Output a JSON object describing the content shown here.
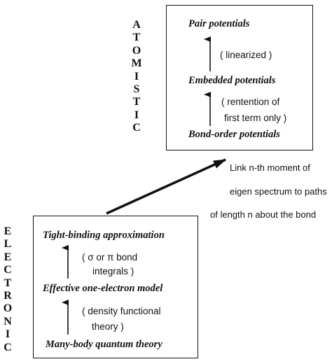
{
  "atomistic_label": [
    "A",
    "T",
    "O",
    "M",
    "I",
    "S",
    "T",
    "I",
    "C"
  ],
  "electronic_label": [
    "E",
    "L",
    "E",
    "C",
    "T",
    "R",
    "O",
    "N",
    "I",
    "C"
  ],
  "atomistic_box": {
    "pair": "Pair potentials",
    "note1": "( linearized )",
    "embedded": "Embedded potentials",
    "note2_line1": "( rentention of",
    "note2_line2": "first term only )",
    "bond_order": "Bond-order potentials"
  },
  "link_text": {
    "line1": "Link n-th moment of",
    "line2": "eigen spectrum to paths",
    "line3": "of length n about the bond"
  },
  "electronic_box": {
    "tight_binding": "Tight-binding approximation",
    "note1_line1": "( σ or  π  bond",
    "note1_line2": "integrals )",
    "effective": "Effective one-electron model",
    "note2_line1": "( density functional",
    "note2_line2": "theory )",
    "many_body": "Many-body quantum theory"
  }
}
